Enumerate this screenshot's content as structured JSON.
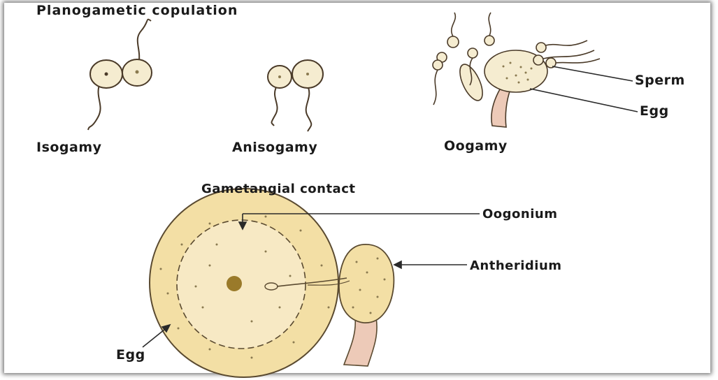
{
  "titles": {
    "top": "Planogametic copulation",
    "middle": "Gametangial contact"
  },
  "types": {
    "isogamy": "Isogamy",
    "anisogamy": "Anisogamy",
    "oogamy": "Oogamy"
  },
  "labels": {
    "sperm": "Sperm",
    "egg_top": "Egg",
    "oogonium": "Oogonium",
    "antheridium": "Antheridium",
    "egg_bottom": "Egg"
  },
  "colors": {
    "cell_fill": "#f5ecd0",
    "oogonium_fill": "#f3dfa5",
    "stalk_fill": "#edcab8",
    "outline": "#5a4a30",
    "nucleus": "#9a7a2a"
  }
}
